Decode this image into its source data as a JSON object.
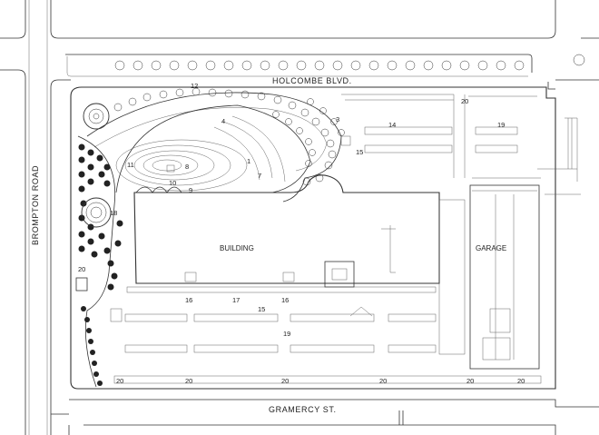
{
  "streets": {
    "north": "HOLCOMBE BLVD.",
    "west": "BROMPTON ROAD",
    "south": "GRAMERCY ST."
  },
  "labels": {
    "building": "BUILDING",
    "garage": "GARAGE"
  },
  "keys": [
    {
      "id": "k12",
      "text": "12"
    },
    {
      "id": "k4",
      "text": "4"
    },
    {
      "id": "k3",
      "text": "3"
    },
    {
      "id": "k14",
      "text": "14"
    },
    {
      "id": "k20a",
      "text": "20"
    },
    {
      "id": "k19a",
      "text": "19"
    },
    {
      "id": "k11",
      "text": "11"
    },
    {
      "id": "k1",
      "text": "1"
    },
    {
      "id": "k8",
      "text": "8"
    },
    {
      "id": "k9",
      "text": "9"
    },
    {
      "id": "k7",
      "text": "7"
    },
    {
      "id": "k15a",
      "text": "15"
    },
    {
      "id": "k18",
      "text": "18"
    },
    {
      "id": "k10",
      "text": "10"
    },
    {
      "id": "k20b",
      "text": "20"
    },
    {
      "id": "k16a",
      "text": "16"
    },
    {
      "id": "k17",
      "text": "17"
    },
    {
      "id": "k16b",
      "text": "16"
    },
    {
      "id": "k15b",
      "text": "15"
    },
    {
      "id": "k19b",
      "text": "19"
    },
    {
      "id": "k20c",
      "text": "20"
    },
    {
      "id": "k20d",
      "text": "20"
    },
    {
      "id": "k20e",
      "text": "20"
    },
    {
      "id": "k20f",
      "text": "20"
    },
    {
      "id": "k20g",
      "text": "20"
    },
    {
      "id": "k20h",
      "text": "20"
    }
  ]
}
